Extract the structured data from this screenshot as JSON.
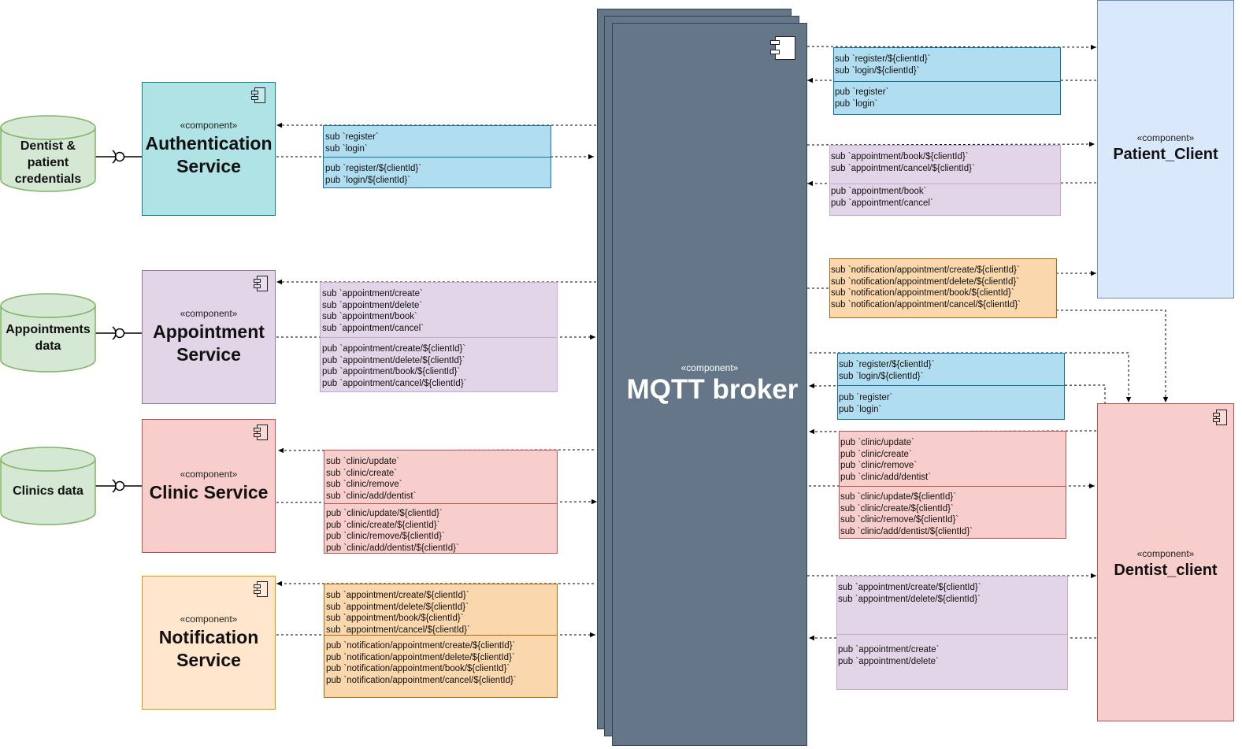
{
  "stereotype": "«component»",
  "broker": {
    "name": "MQTT broker"
  },
  "services": {
    "auth": {
      "name": "Authentication\nService"
    },
    "appointment": {
      "name": "Appointment\nService"
    },
    "clinic": {
      "name": "Clinic Service"
    },
    "notification": {
      "name": "Notification\nService"
    }
  },
  "clients": {
    "patient": {
      "name": "Patient_Client"
    },
    "dentist": {
      "name": "Dentist_client"
    }
  },
  "databases": {
    "credentials": "Dentist &\npatient\ncredentials",
    "appointments": "Appointments\ndata",
    "clinics": "Clinics data"
  },
  "notes": {
    "auth_svc": {
      "sub": "sub `register`\nsub `login`",
      "pub": "pub `register/${clientId}`\npub `login/${clientId}`"
    },
    "appointment_svc": {
      "sub": "sub `appointment/create`\nsub `appointment/delete`\nsub `appointment/book`\nsub `appointment/cancel`",
      "pub": "pub `appointment/create/${clientId}`\npub `appointment/delete/${clientId}`\npub `appointment/book/${clientId}`\npub `appointment/cancel/${clientId}`"
    },
    "clinic_svc": {
      "sub": "sub `clinic/update`\nsub `clinic/create`\nsub `clinic/remove`\nsub `clinic/add/dentist`",
      "pub": "pub `clinic/update/${clientId}`\npub `clinic/create/${clientId}`\npub `clinic/remove/${clientId}`\npub `clinic/add/dentist/${clientId}`"
    },
    "notification_svc": {
      "sub": "sub `appointment/create/${clientId}`\nsub `appointment/delete/${clientId}`\nsub `appointment/book/${clientId}`\nsub `appointment/cancel/${clientId}`",
      "pub": "pub `notification/appointment/create/${clientId}`\npub `notification/appointment/delete/${clientId}`\npub `notification/appointment/book/${clientId}`\npub `notification/appointment/cancel/${clientId}`"
    },
    "patient_auth": {
      "sub": "sub `register/${clientId}`\nsub `login/${clientId}`",
      "pub": "pub `register`\npub `login`"
    },
    "patient_appt": {
      "sub": "sub `appointment/book/${clientId}`\nsub `appointment/cancel/${clientId}`",
      "pub": "pub `appointment/book`\npub `appointment/cancel`"
    },
    "patient_notif": {
      "sub": "sub `notification/appointment/create/${clientId}`\nsub `notification/appointment/delete/${clientId}`\nsub `notification/appointment/book/${clientId}`\nsub `notification/appointment/cancel/${clientId}`"
    },
    "dentist_auth": {
      "sub": "sub `register/${clientId}`\nsub `login/${clientId}`",
      "pub": "pub `register`\npub `login`"
    },
    "dentist_clinic": {
      "pub": "pub `clinic/update`\npub `clinic/create`\npub `clinic/remove`\npub `clinic/add/dentist`",
      "sub": "sub `clinic/update/${clientId}`\nsub `clinic/create/${clientId}`\nsub `clinic/remove/${clientId}`\nsub `clinic/add/dentist/${clientId}`"
    },
    "dentist_appt": {
      "sub": "sub `appointment/create/${clientId}`\nsub `appointment/delete/${clientId}`",
      "pub": "pub `appointment/create`\npub `appointment/delete`"
    }
  },
  "colors": {
    "auth_fill": "#b0e3e6",
    "auth_stroke": "#0e8088",
    "purple_fill": "#e1d5e7",
    "purple_stroke": "#9673a6",
    "red_fill": "#f8cecc",
    "red_stroke": "#b85450",
    "orange_fill": "#ffe6cc",
    "orange_stroke": "#d79b00",
    "note_blue": "#b1ddf0",
    "note_blue_stroke": "#10739e",
    "note_orange": "#fad7ac",
    "note_orange_stroke": "#b46504",
    "patient_fill": "#dae8fc",
    "patient_stroke": "#6c8ebf",
    "db_fill": "#d5e8d4",
    "db_stroke": "#82b366",
    "broker_fill": "#647687",
    "broker_stroke": "#314354"
  }
}
